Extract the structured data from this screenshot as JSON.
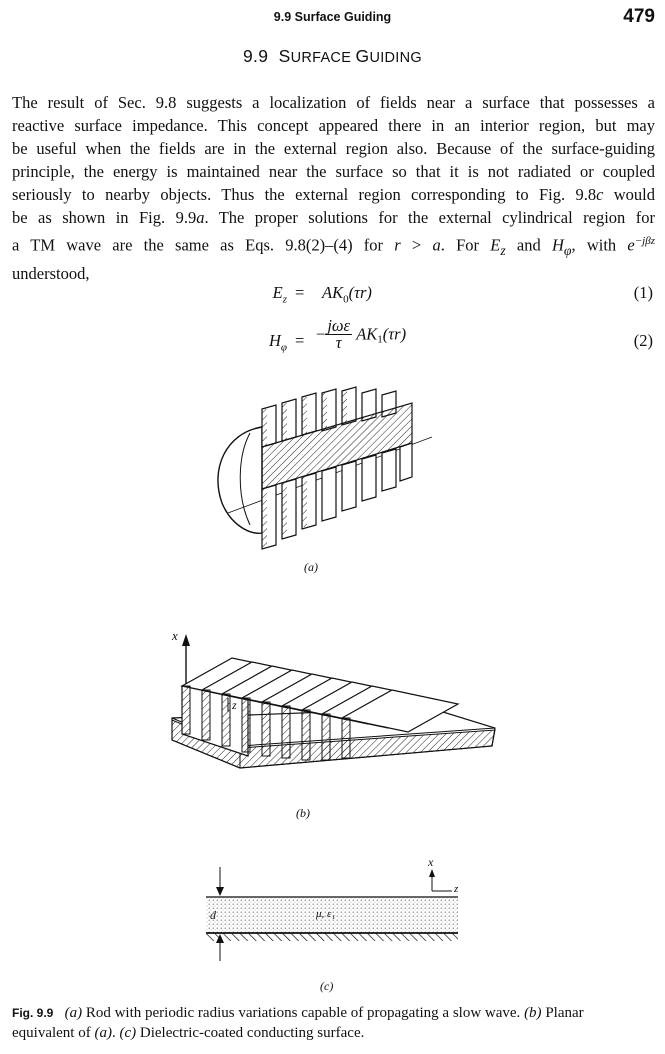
{
  "header": {
    "running_title": "9.9  Surface Guiding",
    "page_number": "479"
  },
  "section": {
    "number": "9.9",
    "title_first_letter": "S",
    "title_rest_1": "URFACE ",
    "title_second_letter": "G",
    "title_rest_2": "UIDING"
  },
  "paragraph": {
    "lines": [
      "The result of Sec. 9.8 suggests a localization of fields near a surface that possesses a",
      "reactive surface impedance. This concept appeared there in an interior region, but may",
      "be useful when the fields are in the external region also. Because of the surface-guiding",
      "principle, the energy is maintained near the surface so that it is not radiated or coupled",
      "seriously to nearby objects. Thus the external region corresponding to Fig. 9.8",
      "be as shown in Fig. 9.9",
      "a TM wave are the same as Eqs. 9.8(2)–(4) for ",
      "understood,"
    ],
    "line5_tail": "would",
    "line5_ref": "c",
    "line6_ref": "a",
    "line6_tail": ". The proper solutions for the external cylindrical region for",
    "line7_r": "r",
    "line7_gt": " > ",
    "line7_a": "a",
    "line7_mid": ". For ",
    "line7_Ez": "E",
    "line7_Ez_sub": "z",
    "line7_and": " and ",
    "line7_H": "H",
    "line7_H_sub": "φ",
    "line7_with": ", with ",
    "line7_e": "e",
    "line7_exp": "−jβz"
  },
  "equations": {
    "eq1": {
      "lhs": "E",
      "lhs_sub": "z",
      "rhs_A": "AK",
      "rhs_sub": "0",
      "rhs_arg": "(τr)",
      "number": "(1)"
    },
    "eq2": {
      "lhs": "H",
      "lhs_sub": "φ",
      "minus": "−",
      "numerator": "jωε",
      "denominator": "τ",
      "rhs_A": "AK",
      "rhs_sub": "1",
      "rhs_arg": "(τr)",
      "number": "(2)"
    }
  },
  "figures": {
    "a": {
      "label": "(a)"
    },
    "b": {
      "label": "(b)",
      "axis_x": "x",
      "axis_z": "z"
    },
    "c": {
      "label": "(c)",
      "axis_x": "x",
      "axis_z": "z",
      "thickness": "d",
      "medium": "μ, ε₁"
    }
  },
  "caption": {
    "tag": "Fig. 9.9",
    "line1_a": "(a)",
    "line1_a_text": " Rod with periodic radius variations capable of propagating a slow wave. ",
    "line1_b": "(b)",
    "line1_b_text": " Planar",
    "line2_text1": "equivalent of ",
    "line2_a": "(a)",
    "line2_text2": ". ",
    "line2_c": "(c)",
    "line2_c_text": " Dielectric-coated conducting surface."
  }
}
